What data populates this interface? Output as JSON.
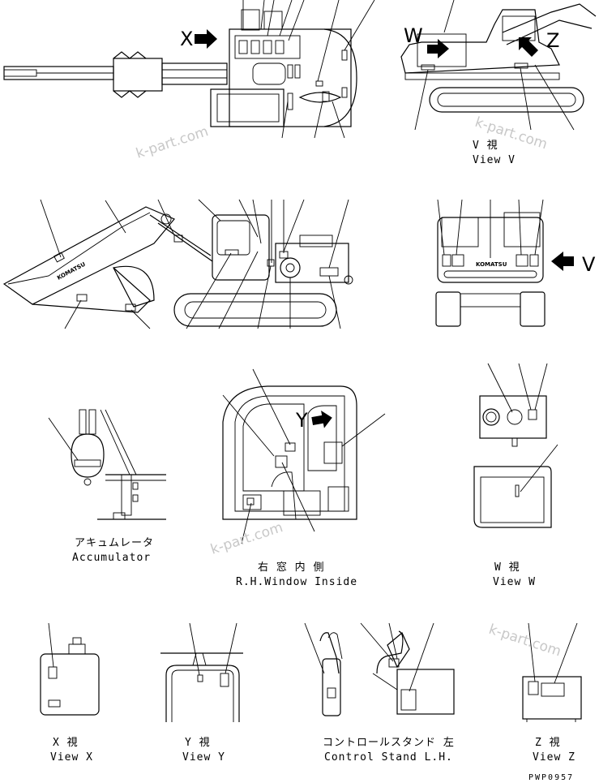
{
  "views": {
    "v": {
      "jp": "V 視",
      "en": "View V"
    },
    "accumulator": {
      "jp": "アキュムレータ",
      "en": "Accumulator"
    },
    "rh_window": {
      "jp": "右 窓 内 側",
      "en": "R.H.Window Inside"
    },
    "w": {
      "jp": "W 視",
      "en": "View W"
    },
    "x": {
      "jp": "X 視",
      "en": "View X"
    },
    "y": {
      "jp": "Y 視",
      "en": "View Y"
    },
    "control_stand": {
      "jp": "コントロールスタンド 左",
      "en": "Control Stand L.H."
    },
    "z": {
      "jp": "Z 視",
      "en": "View Z"
    }
  },
  "view_letters": {
    "x": "X",
    "w": "W",
    "z": "Z",
    "v": "V",
    "y": "Y"
  },
  "brand_marks": {
    "boom": "KOMATSU",
    "counterweight": "KOMATSU"
  },
  "watermark": "k-part.com",
  "drawing_code": "PWP0957"
}
